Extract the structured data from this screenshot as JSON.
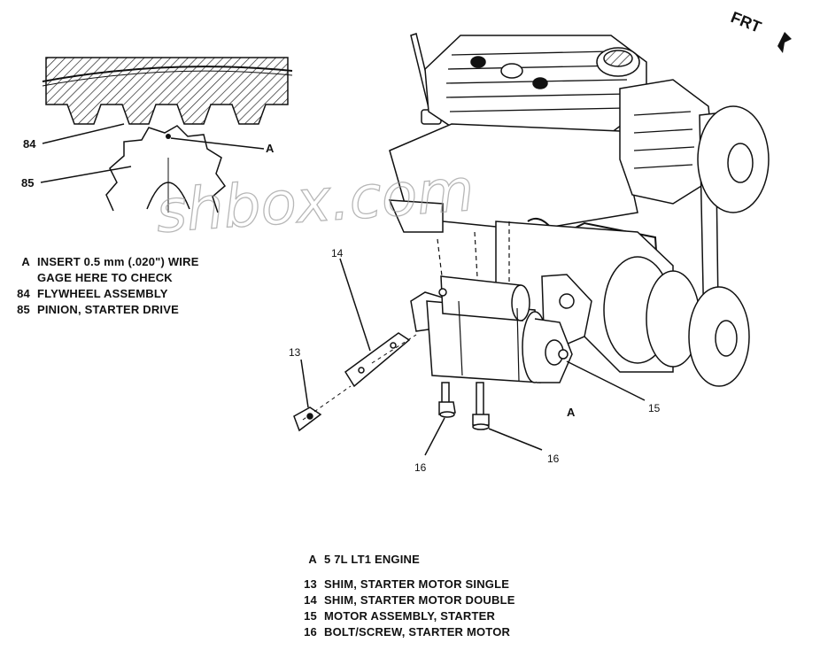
{
  "watermark": "shbox.com",
  "direction_label": "FRT",
  "callouts": {
    "flywheel": "84",
    "pinion": "85",
    "gage": "A",
    "shim_double": "14",
    "shim_single": "13",
    "motor": "15",
    "bolt_left": "16",
    "bolt_right": "16",
    "engine_view": "A"
  },
  "legend_left": [
    {
      "code": "A",
      "text": "INSERT 0.5 mm (.020\") WIRE"
    },
    {
      "code": "",
      "text": "GAGE HERE TO CHECK"
    },
    {
      "code": "84",
      "text": "FLYWHEEL ASSEMBLY"
    },
    {
      "code": "85",
      "text": "PINION, STARTER DRIVE"
    }
  ],
  "legend_bottom": [
    {
      "code": "A",
      "text": "5 7L LT1 ENGINE"
    },
    {
      "code": "13",
      "text": "SHIM, STARTER MOTOR SINGLE"
    },
    {
      "code": "14",
      "text": "SHIM, STARTER MOTOR DOUBLE"
    },
    {
      "code": "15",
      "text": "MOTOR ASSEMBLY, STARTER"
    },
    {
      "code": "16",
      "text": "BOLT/SCREW, STARTER MOTOR"
    }
  ]
}
